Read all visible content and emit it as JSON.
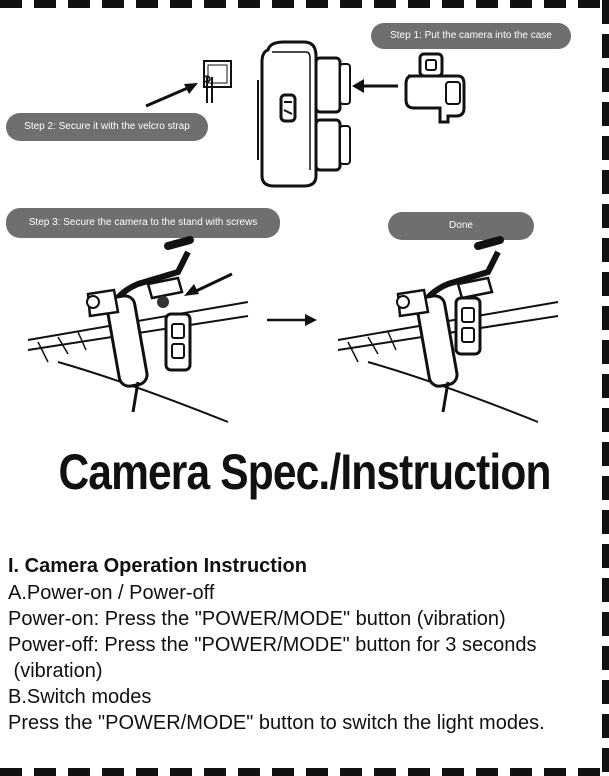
{
  "steps": {
    "step1": "Step 1: Put the camera into the case",
    "step2": "Step 2: Secure it with the velcro strap",
    "step3": "Step 3: Secure the camera to the stand with screws",
    "done": "Done"
  },
  "title": "Camera Spec./Instruction",
  "section": {
    "heading": "I. Camera Operation Instruction",
    "lines": [
      "A.Power-on / Power-off",
      "Power-on: Press the \"POWER/MODE\" button (vibration)",
      "Power-off: Press the \"POWER/MODE\" button for 3 seconds",
      " (vibration)",
      "B.Switch modes",
      "Press the \"POWER/MODE\" button to switch the light modes."
    ]
  }
}
